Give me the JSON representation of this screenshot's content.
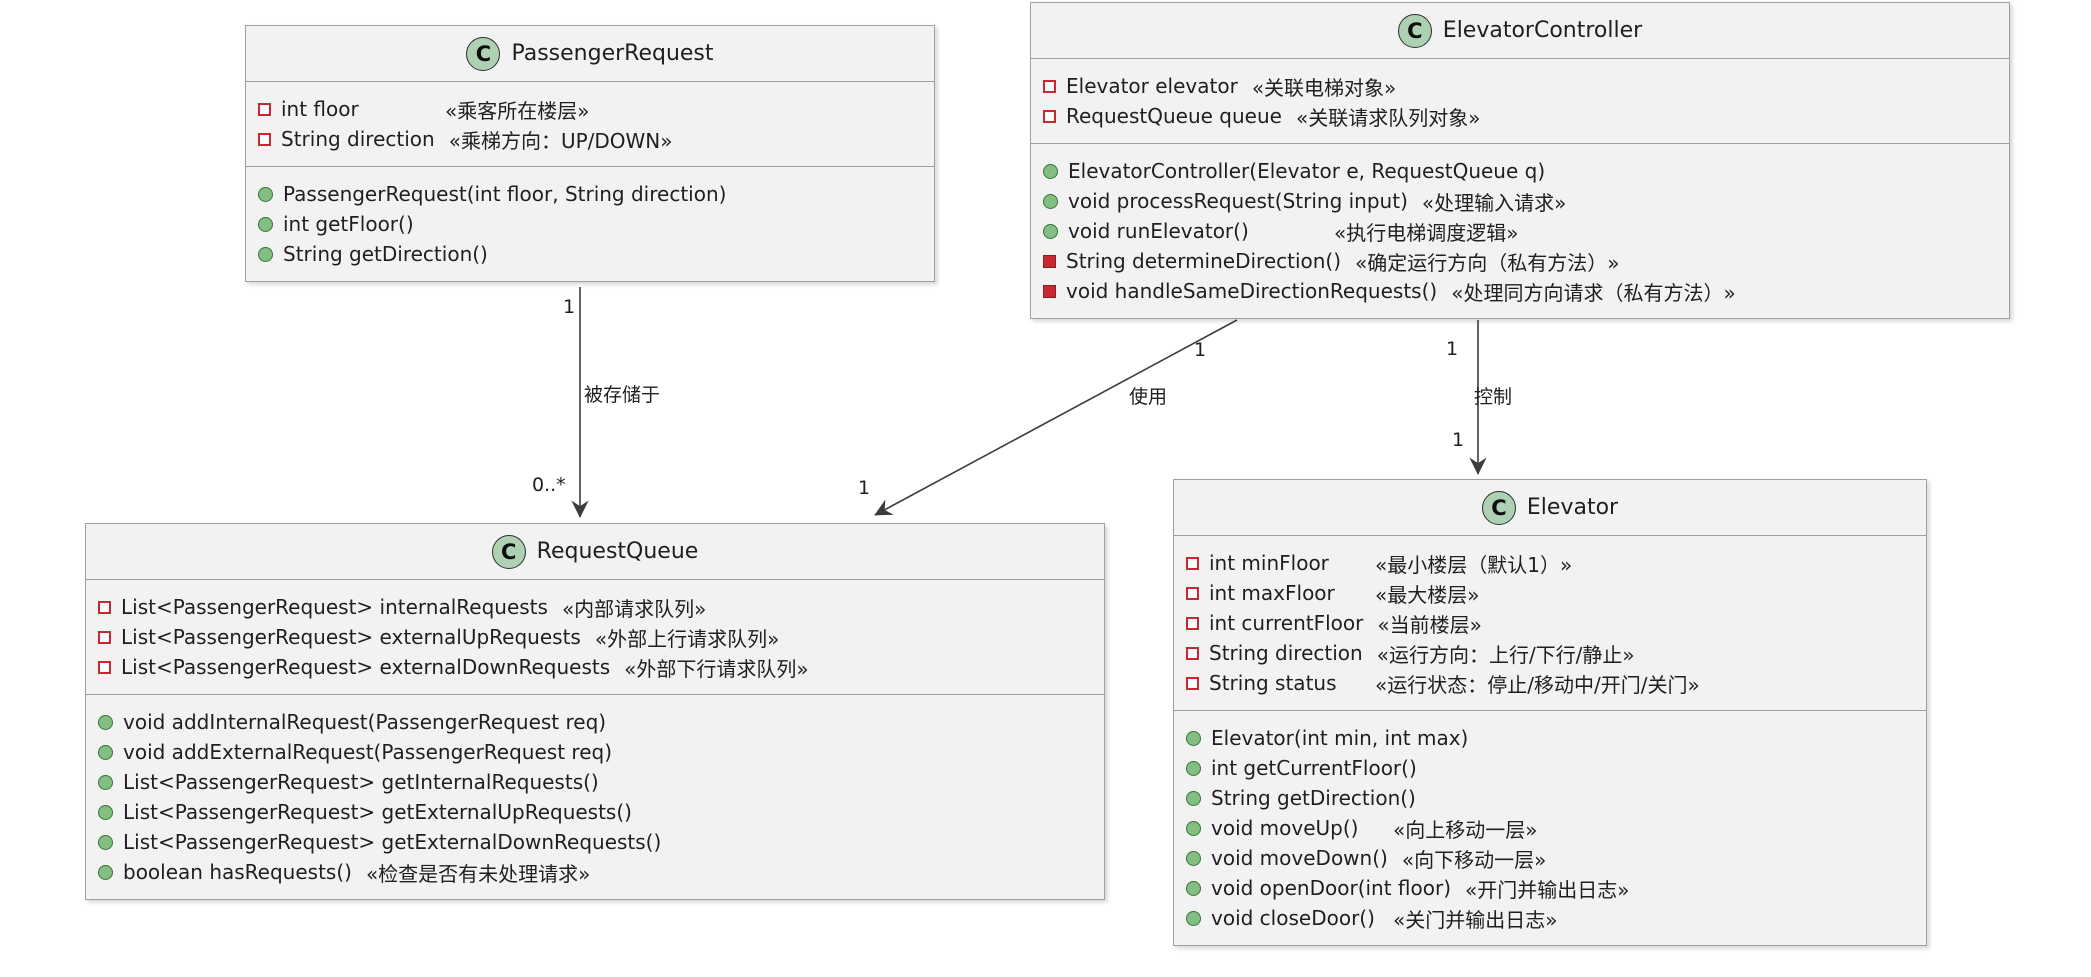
{
  "diagram": {
    "type": "uml-class-diagram",
    "classes": [
      {
        "icon": "C",
        "name": "PassengerRequest",
        "fields": [
          {
            "visibility": "private",
            "text": "int floor",
            "note": "«乘客所在楼层»"
          },
          {
            "visibility": "private",
            "text": "String direction",
            "note": "«乘梯方向：UP/DOWN»"
          }
        ],
        "methods": [
          {
            "visibility": "public",
            "text": "PassengerRequest(int floor, String direction)",
            "note": ""
          },
          {
            "visibility": "public",
            "text": "int getFloor()",
            "note": ""
          },
          {
            "visibility": "public",
            "text": "String getDirection()",
            "note": ""
          }
        ]
      },
      {
        "icon": "C",
        "name": "ElevatorController",
        "fields": [
          {
            "visibility": "private",
            "text": "Elevator elevator",
            "note": "«关联电梯对象»"
          },
          {
            "visibility": "private",
            "text": "RequestQueue queue",
            "note": "«关联请求队列对象»"
          }
        ],
        "methods": [
          {
            "visibility": "public",
            "text": "ElevatorController(Elevator e, RequestQueue q)",
            "note": ""
          },
          {
            "visibility": "public",
            "text": "void processRequest(String input)",
            "note": "«处理输入请求»"
          },
          {
            "visibility": "public",
            "text": "void runElevator()",
            "note": "«执行电梯调度逻辑»"
          },
          {
            "visibility": "private",
            "text": "String determineDirection()",
            "note": "«确定运行方向（私有方法）»"
          },
          {
            "visibility": "private",
            "text": "void handleSameDirectionRequests()",
            "note": "«处理同方向请求（私有方法）»"
          }
        ]
      },
      {
        "icon": "C",
        "name": "RequestQueue",
        "fields": [
          {
            "visibility": "private",
            "text": "List<PassengerRequest> internalRequests",
            "note": "«内部请求队列»"
          },
          {
            "visibility": "private",
            "text": "List<PassengerRequest> externalUpRequests",
            "note": "«外部上行请求队列»"
          },
          {
            "visibility": "private",
            "text": "List<PassengerRequest> externalDownRequests",
            "note": "«外部下行请求队列»"
          }
        ],
        "methods": [
          {
            "visibility": "public",
            "text": "void addInternalRequest(PassengerRequest req)",
            "note": ""
          },
          {
            "visibility": "public",
            "text": "void addExternalRequest(PassengerRequest req)",
            "note": ""
          },
          {
            "visibility": "public",
            "text": "List<PassengerRequest> getInternalRequests()",
            "note": ""
          },
          {
            "visibility": "public",
            "text": "List<PassengerRequest> getExternalUpRequests()",
            "note": ""
          },
          {
            "visibility": "public",
            "text": "List<PassengerRequest> getExternalDownRequests()",
            "note": ""
          },
          {
            "visibility": "public",
            "text": "boolean hasRequests()",
            "note": "«检查是否有未处理请求»"
          }
        ]
      },
      {
        "icon": "C",
        "name": "Elevator",
        "fields": [
          {
            "visibility": "private",
            "text": "int minFloor",
            "note": "«最小楼层（默认1）»"
          },
          {
            "visibility": "private",
            "text": "int maxFloor",
            "note": "«最大楼层»"
          },
          {
            "visibility": "private",
            "text": "int currentFloor",
            "note": "«当前楼层»"
          },
          {
            "visibility": "private",
            "text": "String direction",
            "note": "«运行方向：上行/下行/静止»"
          },
          {
            "visibility": "private",
            "text": "String status",
            "note": "«运行状态：停止/移动中/开门/关门»"
          }
        ],
        "methods": [
          {
            "visibility": "public",
            "text": "Elevator(int min, int max)",
            "note": ""
          },
          {
            "visibility": "public",
            "text": "int getCurrentFloor()",
            "note": ""
          },
          {
            "visibility": "public",
            "text": "String getDirection()",
            "note": ""
          },
          {
            "visibility": "public",
            "text": "void moveUp()",
            "note": "«向上移动一层»"
          },
          {
            "visibility": "public",
            "text": "void moveDown()",
            "note": "«向下移动一层»"
          },
          {
            "visibility": "public",
            "text": "void openDoor(int floor)",
            "note": "«开门并输出日志»"
          },
          {
            "visibility": "public",
            "text": "void closeDoor()",
            "note": "«关门并输出日志»"
          }
        ]
      }
    ],
    "associations": [
      {
        "from": "PassengerRequest",
        "to": "RequestQueue",
        "label": "被存储于",
        "source_multiplicity": "1",
        "target_multiplicity": "0..*"
      },
      {
        "from": "ElevatorController",
        "to": "RequestQueue",
        "label": "使用",
        "source_multiplicity": "1",
        "target_multiplicity": "1"
      },
      {
        "from": "ElevatorController",
        "to": "Elevator",
        "label": "控制",
        "source_multiplicity": "1",
        "target_multiplicity": "1"
      }
    ],
    "colors": {
      "box_fill": "#f2f2f2",
      "box_border": "#a0a0a0",
      "class_icon_fill": "#add1b2",
      "public_method": "#84be84",
      "private_member": "#c82930",
      "arrow": "#3c3c3c",
      "text": "#1f1f1f"
    }
  }
}
